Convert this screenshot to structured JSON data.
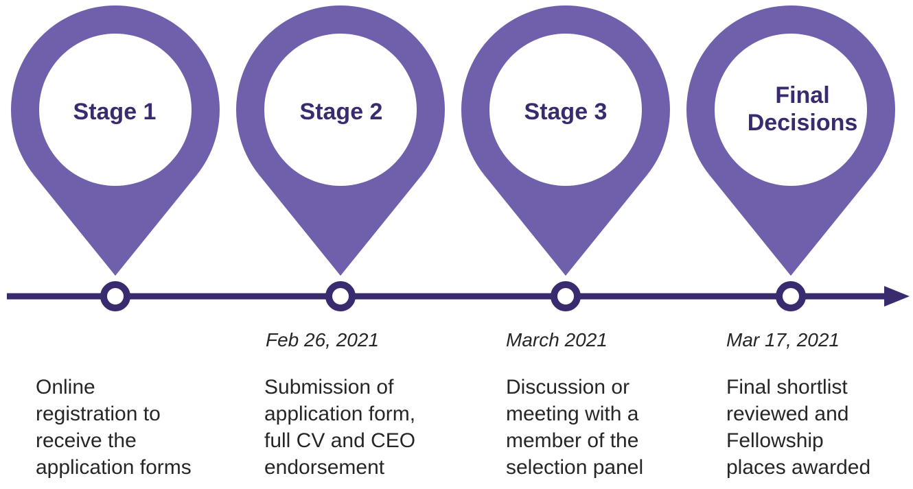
{
  "colors": {
    "pin": "#7060ab",
    "pin_inner": "#ffffff",
    "timeline": "#3a2a6e",
    "label_text": "#3a2a6e",
    "body_text": "#262626"
  },
  "stages": [
    {
      "label_lines": [
        "Stage 1"
      ],
      "date": "",
      "description_lines": [
        "Online",
        "registration to",
        "receive the",
        "application forms"
      ]
    },
    {
      "label_lines": [
        "Stage 2"
      ],
      "date": "Feb 26, 2021",
      "description_lines": [
        "Submission of",
        "application form,",
        "full CV and CEO",
        "endorsement"
      ]
    },
    {
      "label_lines": [
        "Stage 3"
      ],
      "date": "March 2021",
      "description_lines": [
        "Discussion or",
        "meeting with a",
        "member of the",
        "selection panel"
      ]
    },
    {
      "label_lines": [
        "Final",
        "Decisions"
      ],
      "date": "Mar 17, 2021",
      "description_lines": [
        "Final shortlist",
        "reviewed and",
        "Fellowship",
        "places awarded"
      ]
    }
  ]
}
